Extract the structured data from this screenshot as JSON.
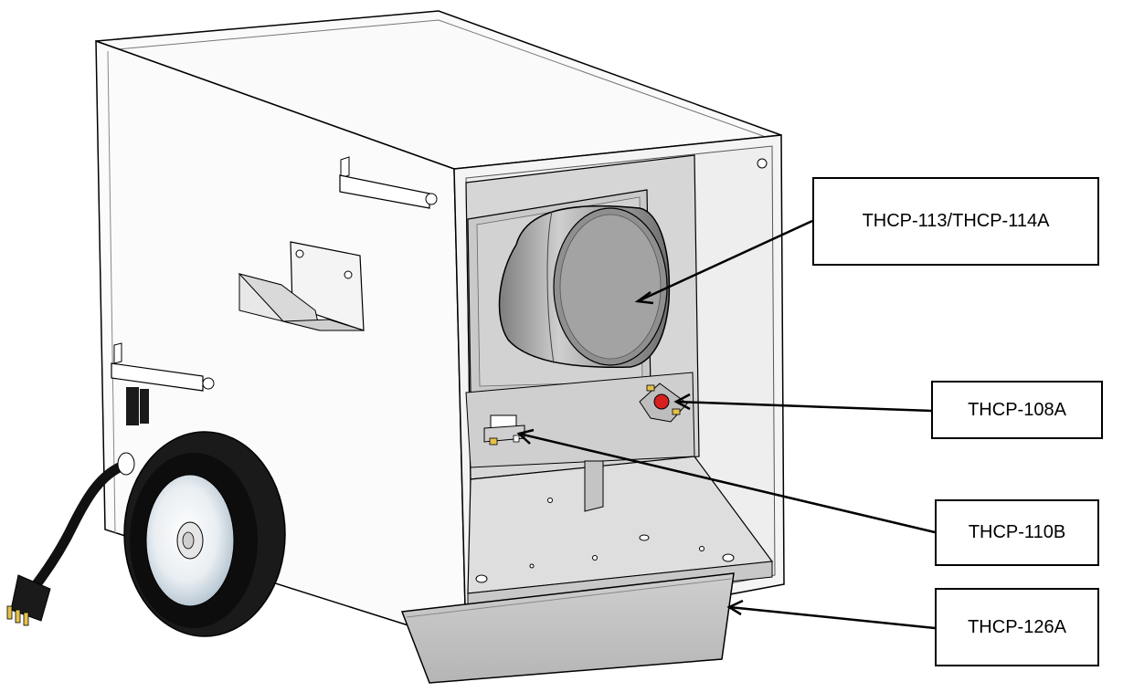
{
  "diagram": {
    "callouts": [
      {
        "id": "motor",
        "label": "THCP-113/THCP-114A",
        "points_to": "blower-motor"
      },
      {
        "id": "limit",
        "label": "THCP-108A",
        "points_to": "limit-thermostat"
      },
      {
        "id": "switch",
        "label": "THCP-110B",
        "points_to": "toggle-switch"
      },
      {
        "id": "tray",
        "label": "THCP-126A",
        "points_to": "drip-tray"
      }
    ]
  },
  "colors": {
    "line": "#000000",
    "panel_light": "#f2f2f2",
    "panel_mid": "#dcdcdc",
    "panel_dark": "#b8b8b8",
    "tire": "#111111",
    "terminal": "#e4c24a",
    "indicator": "#d62020"
  }
}
